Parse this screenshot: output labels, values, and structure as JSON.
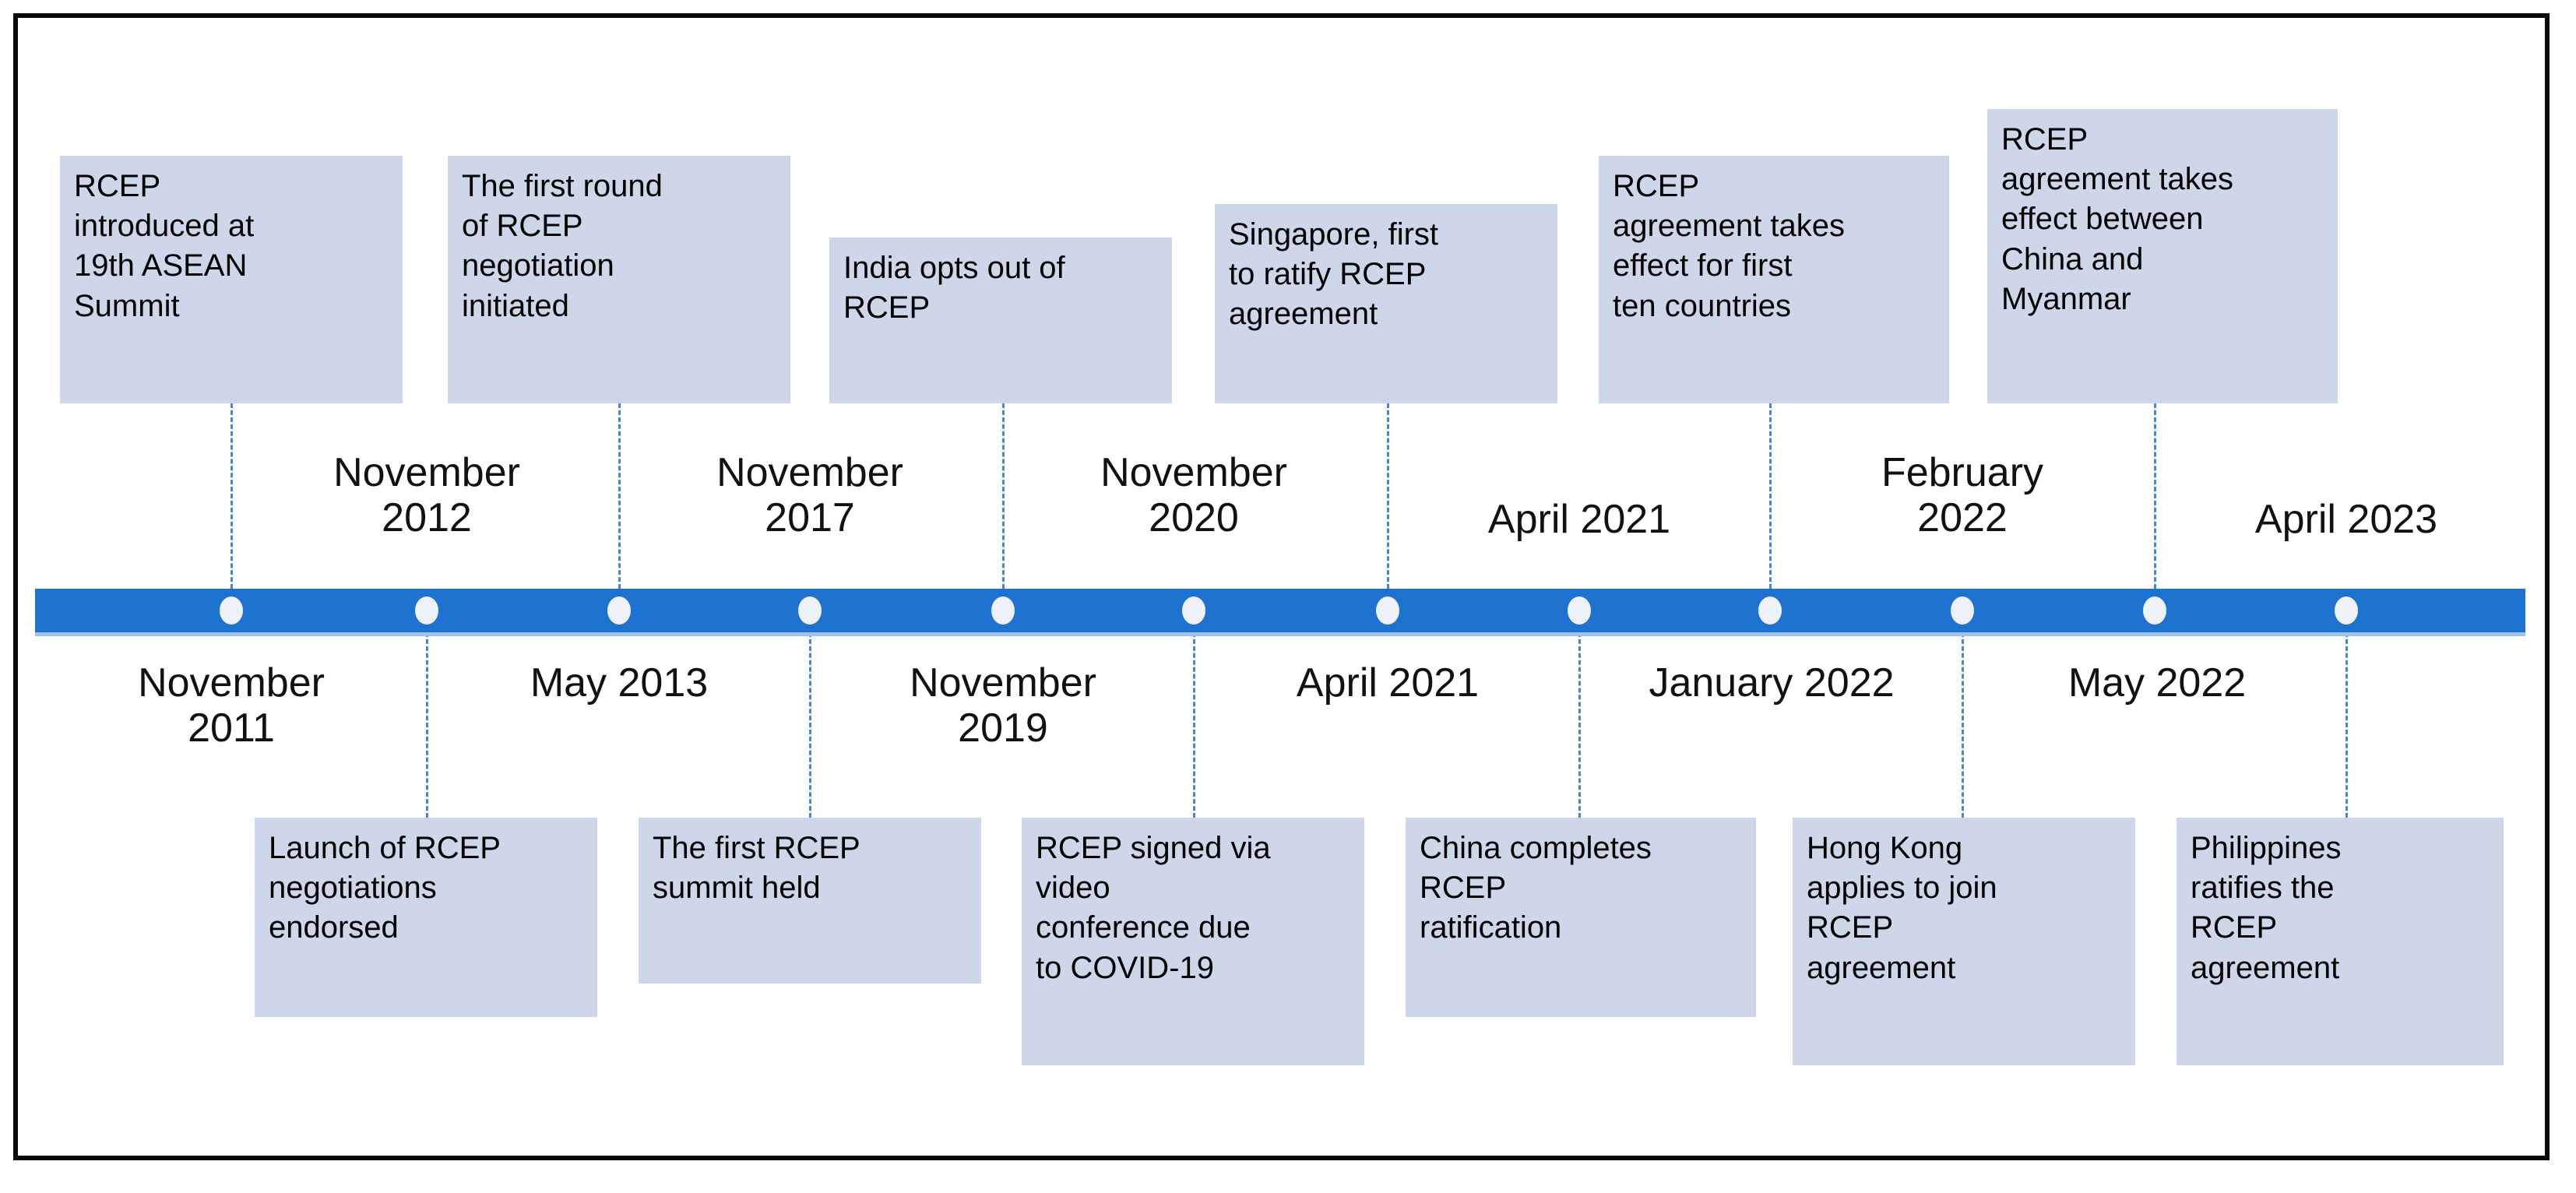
{
  "figure": {
    "kind": "rcep-timeline",
    "orientation": "horizontal",
    "colors": {
      "timeline_bar": "#1e72cf",
      "timeline_bar_shadow": "#9ec2e9",
      "milestone_dot": "#eef1f8",
      "event_box_fill": "#ced6ea",
      "connector_line": "#4a86c8",
      "border": "#0a0a0a",
      "text": "#000000",
      "background": "#ffffff"
    }
  },
  "milestones": [
    {
      "index": 0,
      "date": "November\n2011",
      "date_side": "below",
      "box_side": "above",
      "lines": [
        "RCEP",
        "introduced at",
        "19th ASEAN",
        "Summit"
      ]
    },
    {
      "index": 1,
      "date": "November\n2012",
      "date_side": "above",
      "box_side": "below",
      "lines": [
        "Launch of RCEP",
        "negotiations",
        "endorsed"
      ]
    },
    {
      "index": 2,
      "date": "May 2013",
      "date_side": "below",
      "box_side": "above",
      "lines": [
        "The first round",
        "of RCEP",
        "negotiation",
        "initiated"
      ]
    },
    {
      "index": 3,
      "date": "November\n2017",
      "date_side": "above",
      "box_side": "below",
      "lines": [
        "The first RCEP",
        "summit held"
      ]
    },
    {
      "index": 4,
      "date": "November\n2019",
      "date_side": "below",
      "box_side": "above",
      "lines": [
        "India opts out of",
        "RCEP"
      ]
    },
    {
      "index": 5,
      "date": "November\n2020",
      "date_side": "above",
      "box_side": "below",
      "lines": [
        "RCEP signed via",
        "video",
        "conference due",
        "to COVID-19"
      ]
    },
    {
      "index": 6,
      "date": "April 2021",
      "date_side": "below",
      "box_side": "above",
      "lines": [
        "Singapore, first",
        "to ratify RCEP",
        "agreement"
      ]
    },
    {
      "index": 7,
      "date": "April 2021",
      "date_side": "above",
      "box_side": "below",
      "lines": [
        "China completes",
        "RCEP",
        "ratification"
      ]
    },
    {
      "index": 8,
      "date": "January 2022",
      "date_side": "below",
      "box_side": "above",
      "lines": [
        "RCEP",
        "agreement takes",
        "effect for first",
        "ten countries"
      ]
    },
    {
      "index": 9,
      "date": "February\n2022",
      "date_side": "above",
      "box_side": "below",
      "lines": [
        "Hong Kong",
        "applies to join",
        "RCEP",
        "agreement"
      ]
    },
    {
      "index": 10,
      "date": "May 2022",
      "date_side": "below",
      "box_side": "above",
      "lines": [
        "RCEP",
        "agreement takes",
        "effect between",
        "China and",
        "Myanmar"
      ]
    },
    {
      "index": 11,
      "date": "April 2023",
      "date_side": "above",
      "box_side": "below",
      "lines": [
        "Philippines",
        "ratifies the",
        "RCEP",
        "agreement"
      ]
    }
  ]
}
